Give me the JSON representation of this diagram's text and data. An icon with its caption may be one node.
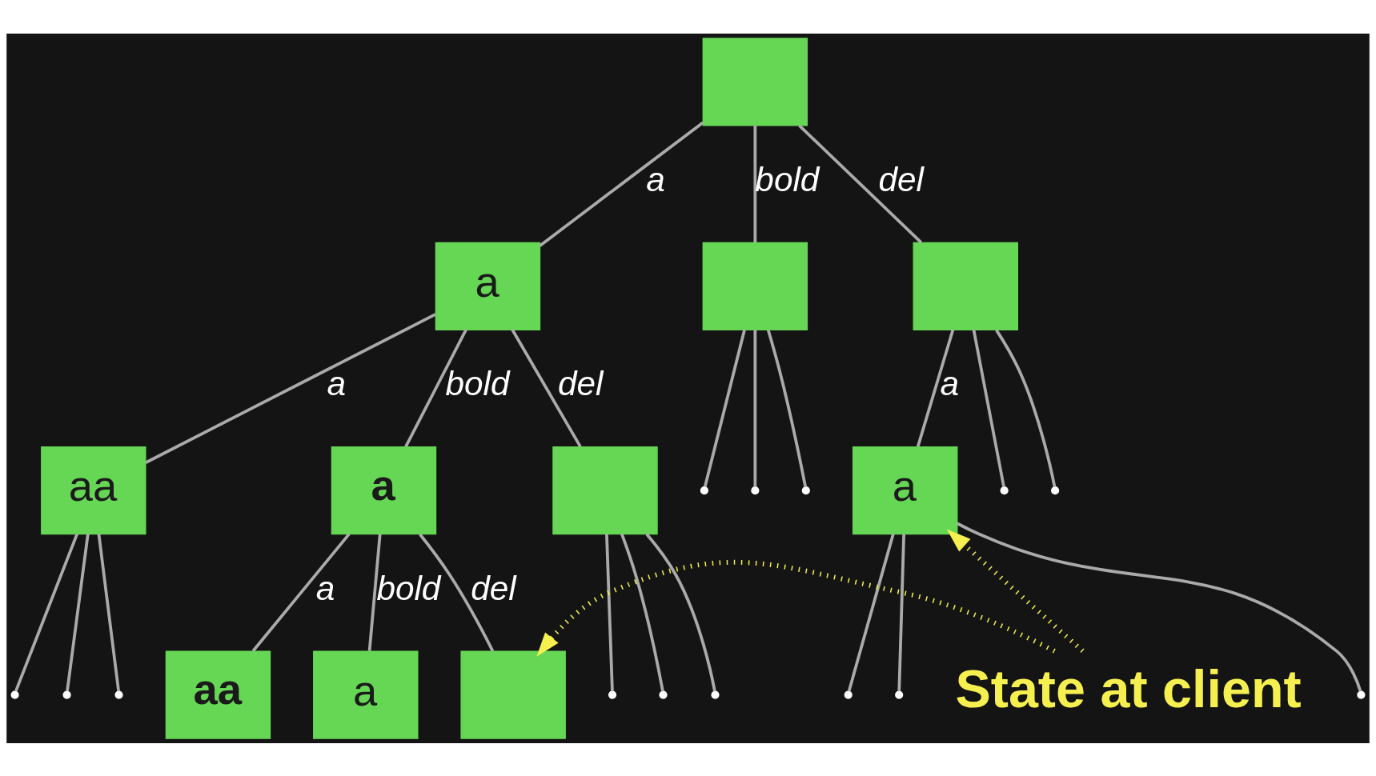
{
  "diagram": {
    "nodes": [
      {
        "text": [],
        "shape": "box"
      },
      {
        "text": [
          "a"
        ]
      },
      {
        "text": [],
        "shape": "box"
      },
      {
        "text": [],
        "shape": "box"
      },
      {
        "text": [
          "aa"
        ]
      },
      {
        "text": [
          "a"
        ]
      },
      {
        "text": [],
        "shape": "box"
      },
      {
        "text": [
          "a"
        ]
      },
      {
        "text": [
          "aa"
        ]
      },
      {
        "text": [
          "a"
        ]
      },
      {
        "text": [],
        "shape": "box"
      },
      {
        "text": [
          "State at client"
        ]
      }
    ],
    "edges": [
      {
        "from": 0,
        "to": 1,
        "arrow": "none",
        "label": "a"
      },
      {
        "from": 0,
        "to": 2,
        "arrow": "none",
        "label": "bold"
      },
      {
        "from": 0,
        "to": 3,
        "arrow": "none",
        "label": "del"
      },
      {
        "from": 1,
        "to": 4,
        "arrow": "none",
        "label": "a"
      },
      {
        "from": 1,
        "to": 5,
        "arrow": "none",
        "label": "bold"
      },
      {
        "from": 1,
        "to": 6,
        "arrow": "none",
        "label": "del"
      },
      {
        "from": 3,
        "to": 7,
        "arrow": "none",
        "label": "a"
      },
      {
        "from": 5,
        "to": 8,
        "arrow": "none",
        "label": "a"
      },
      {
        "from": 5,
        "to": 9,
        "arrow": "none",
        "label": "bold"
      },
      {
        "from": 5,
        "to": 10,
        "arrow": "none",
        "label": "del"
      },
      {
        "from": 11,
        "to": 10,
        "arrow": "to",
        "style": "dashed",
        "color": "#f5f04f"
      },
      {
        "from": 11,
        "to": 7,
        "arrow": "to",
        "style": "dashed",
        "color": "#f5f04f"
      },
      {
        "from": 4,
        "to": null,
        "arrow": "none"
      },
      {
        "from": 4,
        "to": null,
        "arrow": "none"
      },
      {
        "from": 4,
        "to": null,
        "arrow": "none"
      },
      {
        "from": 6,
        "to": null,
        "arrow": "none"
      },
      {
        "from": 6,
        "to": null,
        "arrow": "none"
      },
      {
        "from": 6,
        "to": null,
        "arrow": "none"
      },
      {
        "from": 2,
        "to": null,
        "arrow": "none"
      },
      {
        "from": 2,
        "to": null,
        "arrow": "none"
      },
      {
        "from": 2,
        "to": null,
        "arrow": "none"
      },
      {
        "from": 3,
        "to": null,
        "arrow": "none"
      },
      {
        "from": 3,
        "to": null,
        "arrow": "none"
      },
      {
        "from": 7,
        "to": null,
        "arrow": "none"
      },
      {
        "from": 7,
        "to": null,
        "arrow": "none"
      },
      {
        "from": 7,
        "to": null,
        "arrow": "none"
      }
    ]
  }
}
